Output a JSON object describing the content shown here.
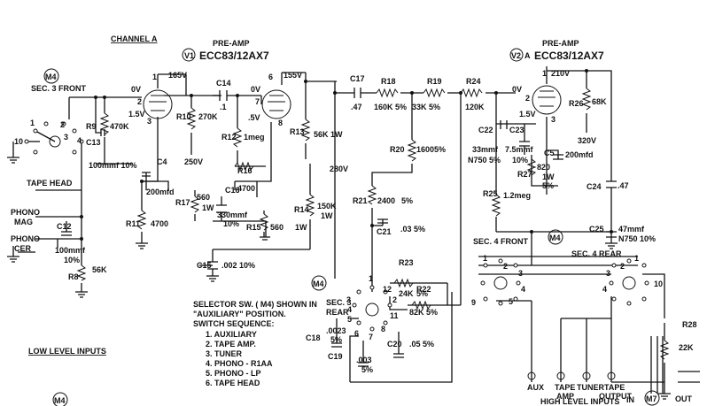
{
  "header": {
    "channel": "CHANNEL A",
    "preamp_left": "PRE-AMP",
    "tube_left": "ECC83/12AX7",
    "tube_left_ref": "V1",
    "preamp_right": "PRE-AMP",
    "tube_right": "ECC83/12AX7",
    "tube_right_ref": "V2",
    "tube_right_section": "A"
  },
  "sections": {
    "m4_left": "M4",
    "sec3_front": "SEC. 3 FRONT",
    "tape_head": "TAPE HEAD",
    "phono_mag_1": "PHONO",
    "phono_mag_2": "MAG",
    "phono_cer_1": "PHONO",
    "phono_cer_2": "CER",
    "m4_mid": "M4",
    "sec3_rear_1": "SEC. 3",
    "sec3_rear_2": "REAR",
    "sec4_front": "SEC. 4 FRONT",
    "m4_right": "M4",
    "sec4_rear": "SEC. 4 REAR",
    "low_level_inputs": "LOW LEVEL INPUTS",
    "m4_bottom": "M4",
    "m7": "M7",
    "in": "IN",
    "out": "OUT",
    "high_level_inputs": "HIGH LEVEL INPUTS"
  },
  "selector_note": {
    "line1": "SELECTOR SW. ( M4) SHOWN IN",
    "line2": "\"AUXILIARY\" POSITION.",
    "line3": "SWITCH SEQUENCE:",
    "items": [
      "1.  AUXILIARY",
      "2.  TAPE AMP.",
      "3.  TUNER",
      "4.  PHONO - R1AA",
      "5.  PHONO - LP",
      "6.  TAPE HEAD"
    ]
  },
  "outputs": {
    "aux": "AUX",
    "tape_amp_1": "TAPE",
    "tape_amp_2": "AMP",
    "tuner": "TUNER",
    "tape_out_1": "TAPE",
    "tape_out_2": "OUTPUT"
  },
  "voltages": {
    "v1_plate1": "165V",
    "v1_plate2": "155V",
    "v1_grid1": "0V",
    "v1_grid2": "0V",
    "v1_cath1": "1.5V",
    "v1_cath2": ".5V",
    "b250": "250V",
    "b280": "280V",
    "v2_plate": "210V",
    "v2_grid": "0V",
    "v2_cath": "1.5V",
    "b320": "320V"
  },
  "components": {
    "r9": "R9",
    "r9_v": "470K",
    "c13": "C13",
    "c13_v": "100mmf  10%",
    "r10": "R10",
    "r10_v": "270K",
    "c14": "C14",
    "c14_v": ".1",
    "r12": "R12",
    "r12_v": "1meg",
    "c4": "C4",
    "c4_v": "200mfd",
    "r16": "R16",
    "r16_v": "4700",
    "r17": "R17",
    "r17_v": "560",
    "r17_w": "1W",
    "c16": "C16",
    "c16_v": "330mmf",
    "c16_t": "10%",
    "r15": "R15",
    "r15_v": "560",
    "r15_w": "1W",
    "r11": "R11",
    "r11_v": "4700",
    "r14": "R14",
    "r14_v": "150K",
    "r14_w": "1W",
    "c15": "C15",
    "c15_v": ".002  10%",
    "c12": "C12",
    "c12_v": "100mmf",
    "c12_t": "10%",
    "r8": "R8",
    "r8_v": "56K",
    "r13": "R13",
    "r13_v": "56K  1W",
    "c17": "C17",
    "c17_v": ".47",
    "r18": "R18",
    "r18_v": "160K  5%",
    "r19": "R19",
    "r19_v": "33K  5%",
    "r20": "R20",
    "r20_v": "1600",
    "r20_t": "5%",
    "r21": "R21",
    "r21_v": "2400",
    "r21_t": "5%",
    "c21": "C21",
    "c21_v": ".03  5%",
    "r23": "R23",
    "r23_v": "24K",
    "r23_t": "5%",
    "r22": "R22",
    "r22_v": "82K  5%",
    "c18": "C18",
    "c18_v": ".0023",
    "c18_t": "5%",
    "c19": "C19",
    "c19_v": ".003",
    "c19_t": "5%",
    "c20": "C20",
    "c20_v": ".05  5%",
    "r24": "R24",
    "r24_v": "120K",
    "c22": "C22",
    "c22_v": "33mmf",
    "c22_t": "N750  5%",
    "c23": "C23",
    "c23_v": "7.5mmf",
    "c23_t": "10%",
    "c5": "C5",
    "c5_v": "200mfd",
    "r27": "R27",
    "r27_v": "820",
    "r27_t": "1W",
    "r27_p": "5%",
    "r25": "R25",
    "r25_v": "1.2meg",
    "r26": "R26",
    "r26_v": "68K",
    "c24": "C24",
    "c24_v": ".47",
    "c25": "C25",
    "c25_v": "47mmf",
    "c25_t": "N750  10%",
    "r28": "R28",
    "r28_v": "22K"
  },
  "switch_pins": {
    "s3f": [
      "1",
      "2",
      "3",
      "4",
      "10"
    ],
    "s3r": [
      "1",
      "12",
      "2",
      "3",
      "4",
      "5",
      "6",
      "7",
      "8",
      "11"
    ],
    "s4f": [
      "1",
      "2",
      "3",
      "4",
      "5",
      "9"
    ],
    "s4r": [
      "1",
      "2",
      "3",
      "4",
      "10"
    ]
  },
  "tube_pins": {
    "v1": [
      "1",
      "2",
      "3",
      "6",
      "7",
      "8"
    ],
    "v2": [
      "1",
      "2",
      "3"
    ]
  }
}
